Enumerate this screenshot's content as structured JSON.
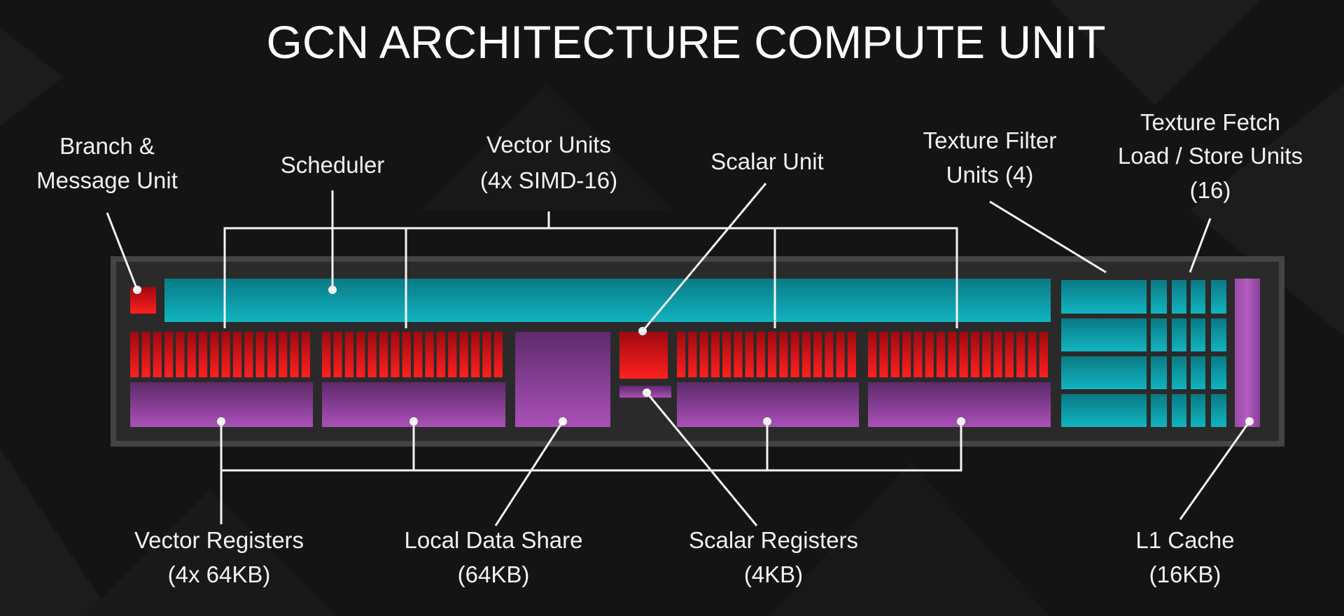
{
  "title": "GCN ARCHITECTURE COMPUTE UNIT",
  "labels": {
    "branch": [
      "Branch &",
      "Message Unit"
    ],
    "scheduler": [
      "Scheduler"
    ],
    "vector_units": [
      "Vector Units",
      "(4x SIMD-16)"
    ],
    "scalar_unit": [
      "Scalar Unit"
    ],
    "texture_filter": [
      "Texture Filter",
      "Units (4)"
    ],
    "texture_fetch": [
      "Texture Fetch",
      "Load / Store Units",
      "(16)"
    ],
    "vector_registers": [
      "Vector Registers",
      "(4x 64KB)"
    ],
    "local_data_share": [
      "Local Data Share",
      "(64KB)"
    ],
    "scalar_registers": [
      "Scalar Registers",
      "(4KB)"
    ],
    "l1_cache": [
      "L1 Cache",
      "(16KB)"
    ]
  },
  "colors": {
    "teal": "#0a9aa6",
    "red": "#e0141a",
    "purple": "#9a4aa8",
    "frame": "#3a3a3a"
  }
}
